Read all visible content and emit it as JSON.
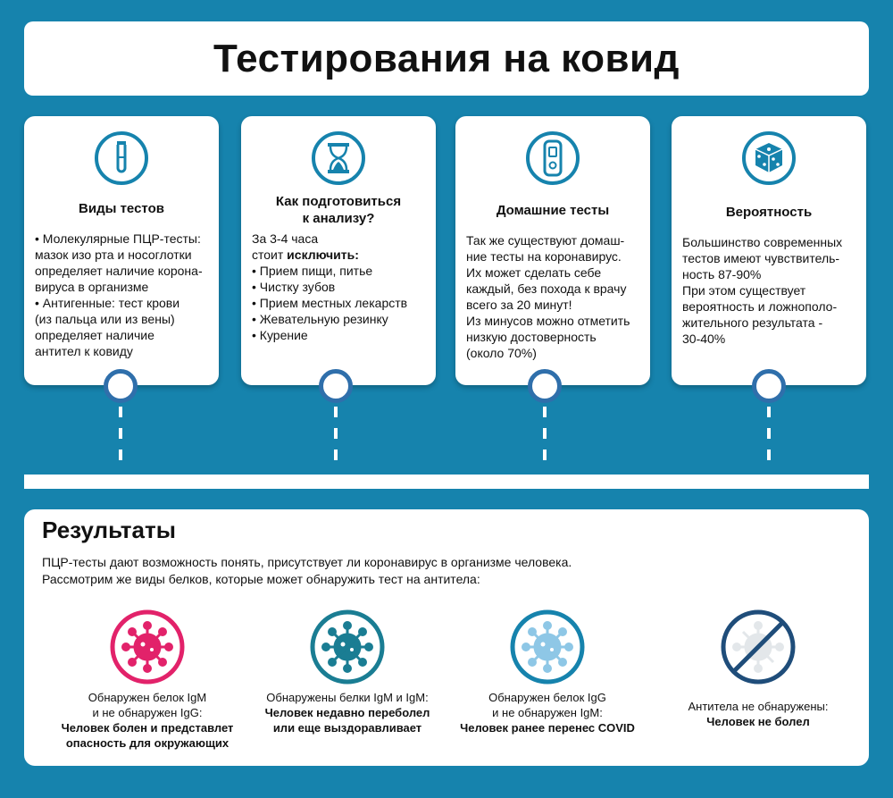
{
  "title": "Тестирования на ковид",
  "cards": [
    {
      "icon": "test-tube-icon",
      "title": "Виды тестов",
      "lines": [
        "• Молекулярные ПЦР-тесты:",
        "мазок изо рта и носоглотки",
        "определяет наличие корона-",
        "вируса в организме",
        "• Антигенные: тест крови",
        "(из пальца или из вены)",
        "определяет наличие",
        "антител к ковиду"
      ]
    },
    {
      "icon": "hourglass-icon",
      "title_lines": [
        "Как подготовиться",
        "к анализу?"
      ],
      "intro_1": "За 3-4 часа",
      "intro_2_pre": "стоит ",
      "intro_2_bold": "исключить:",
      "lines": [
        "• Прием пищи, питье",
        "• Чистку зубов",
        "• Прием местных лекарств",
        "• Жевательную резинку",
        "• Курение"
      ]
    },
    {
      "icon": "home-test-icon",
      "title": "Домашние тесты",
      "lines": [
        "Так же существуют домаш-",
        "ние тесты на коронавирус.",
        "Их может сделать себе",
        "каждый, без похода к врачу",
        "всего за 20 минут!",
        "Из минусов можно отметить",
        "низкую достоверность",
        "(около 70%)"
      ]
    },
    {
      "icon": "dice-icon",
      "title": "Вероятность",
      "lines": [
        "Большинство современных",
        "тестов имеют чувствитель-",
        "ность 87-90%",
        "При этом существует",
        "вероятность и ложнополо-",
        "жительного результата -",
        "30-40%"
      ]
    }
  ],
  "results": {
    "title": "Результаты",
    "intro_1": "ПЦР-тесты дают возможность понять, присутствует ли коронавирус в организме человека.",
    "intro_2": "Рассмотрим же виды белков, которые может обнаружить тест на антитела:",
    "items": [
      {
        "icon": "virus-icon",
        "color": "#e2226a",
        "line_1": "Обнаружен белок IgM",
        "line_2": "и не обнаружен IgG:",
        "bold_1": "Человек болен и представлет",
        "bold_2": "опасность для окружающих"
      },
      {
        "icon": "virus-icon",
        "color": "#1a7d93",
        "line_1": "Обнаружены белки IgM и IgM:",
        "bold_1": "Человек недавно переболел",
        "bold_2": "или еще выздоравливает"
      },
      {
        "icon": "virus-icon",
        "color": "#1683ad",
        "line_1": "Обнаружен белок IgG",
        "line_2": "и не обнаружен IgM:",
        "bold_1": "Человек ранее перенес COVID"
      },
      {
        "icon": "no-virus-icon",
        "color": "#1f4d7a",
        "line_1": "Антитела не обнаружены:",
        "bold_1": "Человек не болел"
      }
    ]
  }
}
